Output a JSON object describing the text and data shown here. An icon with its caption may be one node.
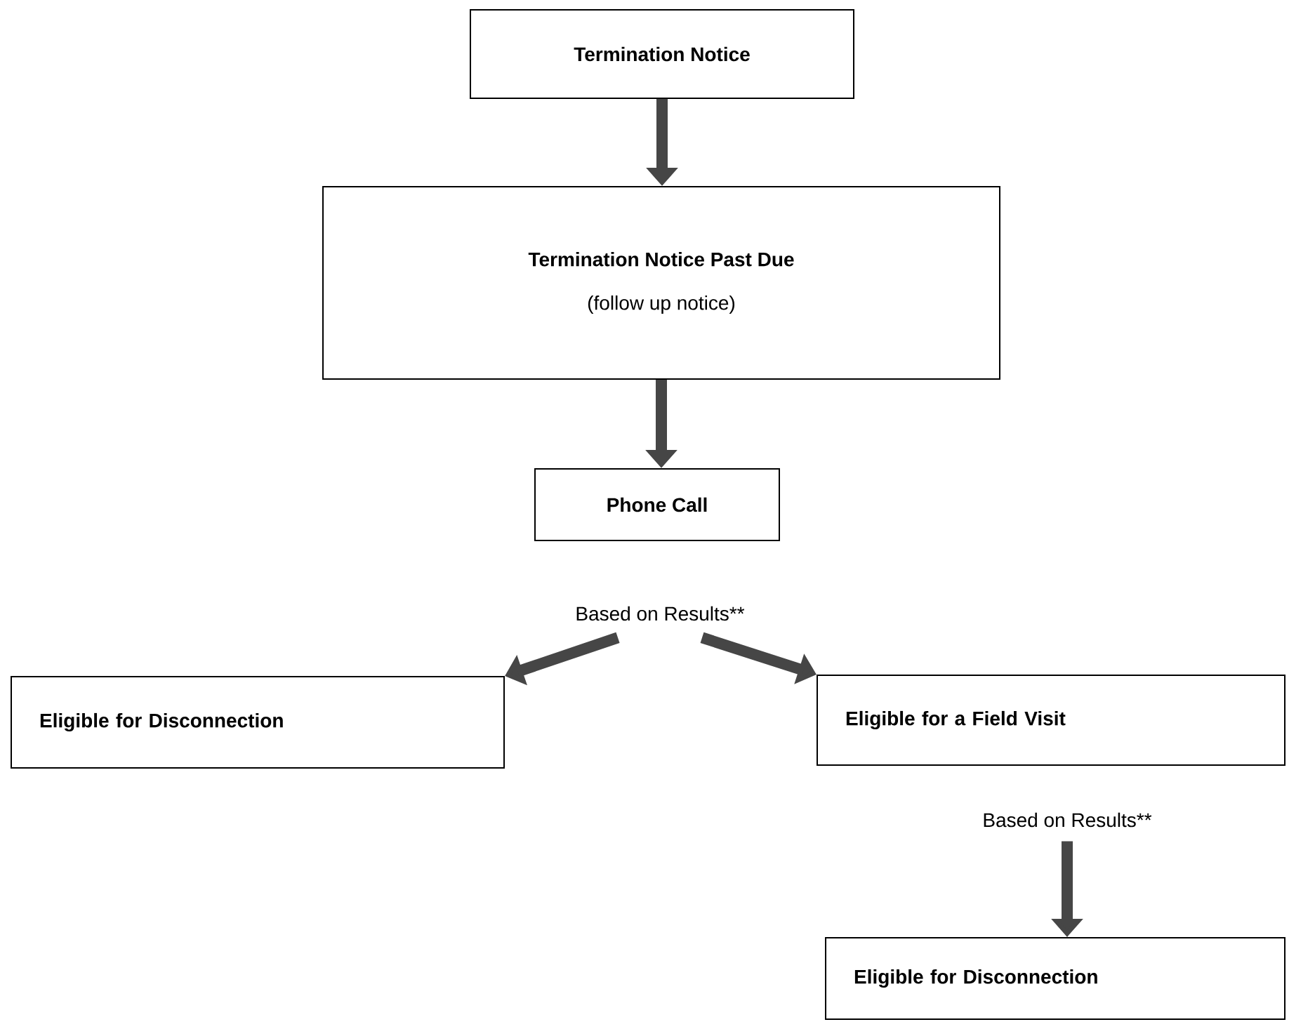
{
  "diagram": {
    "nodes": [
      {
        "text": [
          "Termination Notice"
        ]
      },
      {
        "text": [
          "Termination Notice Past Due",
          "(follow up notice)"
        ]
      },
      {
        "text": [
          "Phone Call"
        ]
      },
      {
        "text": [
          "Based on Results**"
        ]
      },
      {
        "text": [
          "Eligible for Disconnection"
        ]
      },
      {
        "text": [
          "Eligible for a Field Visit"
        ]
      },
      {
        "text": [
          "Based on Results**"
        ]
      },
      {
        "text": [
          "Eligible for Disconnection"
        ]
      }
    ],
    "edges": [
      {
        "from": 0,
        "to": 1,
        "arrow": "to"
      },
      {
        "from": 1,
        "to": 2,
        "arrow": "to"
      },
      {
        "from": 3,
        "to": 4,
        "arrow": "to"
      },
      {
        "from": 3,
        "to": 5,
        "arrow": "to"
      },
      {
        "from": 6,
        "to": 7,
        "arrow": "to"
      }
    ]
  }
}
